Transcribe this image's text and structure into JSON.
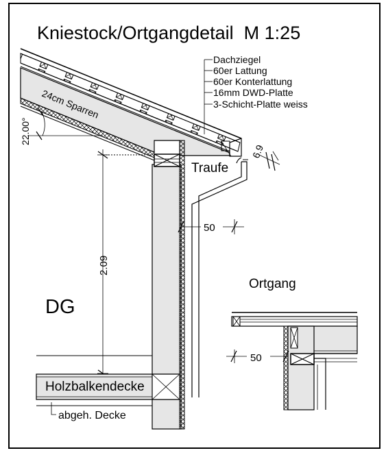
{
  "title": "Kniestock/Ortgangdetail  M 1:25",
  "layers": [
    "Dachziegel",
    "60er Lattung",
    "60er Konterlattung",
    "16mm DWD-Platte",
    "3-Schicht-Platte weiss"
  ],
  "labels": {
    "rafter": "24cm Sparren",
    "angle": "22.00°",
    "eaves": "Traufe",
    "gutter_dim": "6.9",
    "overhang_dim": "50",
    "height_dim": "2.09",
    "room": "DG",
    "ceiling": "Holzbalkendecke",
    "suspended_ceiling": "abgeh. Decke",
    "verge_title": "Ortgang",
    "verge_dim": "50"
  },
  "colors": {
    "line": "#000000",
    "hatch_fill": "#e6e6e6",
    "background": "#ffffff"
  }
}
